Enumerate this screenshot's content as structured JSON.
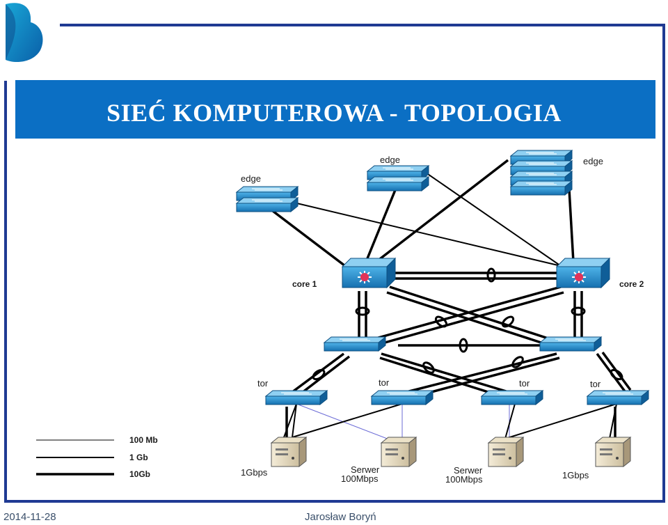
{
  "slide": {
    "title": "SIEĆ KOMPUTEROWA - TOPOLOGIA"
  },
  "diagram": {
    "nodes": {
      "edge_left": "edge",
      "edge_middle": "edge",
      "edge_right": "edge",
      "core_1": "core 1",
      "core_2": "core 2",
      "tor_1": "tor",
      "tor_2": "tor",
      "tor_3": "tor",
      "tor_4": "tor"
    },
    "servers": {
      "server_1": "1Gbps",
      "server_2_line1": "Serwer",
      "server_2_line2": "100Mbps",
      "server_3_line1": "Serwer",
      "server_3_line2": "100Mbps",
      "server_4": "1Gbps"
    },
    "legend": [
      {
        "label": "100 Mb"
      },
      {
        "label": "1 Gb"
      },
      {
        "label": "10Gb"
      }
    ]
  },
  "footer": {
    "date": "2014-11-28",
    "author": "Jarosław Boryń"
  },
  "colors": {
    "title_bar": "#0b6fc4",
    "frame": "#1f3a93",
    "switch": "#1e86c8",
    "core_star": "#e0335a"
  }
}
